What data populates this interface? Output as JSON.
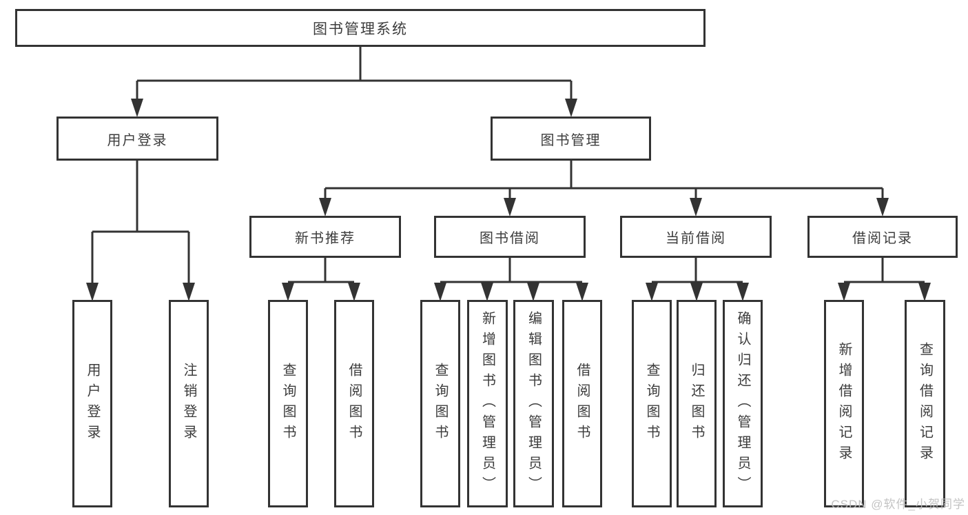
{
  "diagram": {
    "root": {
      "label": "图书管理系统",
      "children": [
        {
          "label": "用户登录",
          "children": [
            {
              "label": "用户登录"
            },
            {
              "label": "注销登录"
            }
          ]
        },
        {
          "label": "图书管理",
          "children": [
            {
              "label": "新书推荐",
              "children": [
                {
                  "label": "查询图书"
                },
                {
                  "label": "借阅图书"
                }
              ]
            },
            {
              "label": "图书借阅",
              "children": [
                {
                  "label": "查询图书"
                },
                {
                  "label": "新增图书（管理员）"
                },
                {
                  "label": "编辑图书（管理员）"
                },
                {
                  "label": "借阅图书"
                }
              ]
            },
            {
              "label": "当前借阅",
              "children": [
                {
                  "label": "查询图书"
                },
                {
                  "label": "归还图书"
                },
                {
                  "label": "确认归还（管理员）"
                }
              ]
            },
            {
              "label": "借阅记录",
              "children": [
                {
                  "label": "新增借阅记录"
                },
                {
                  "label": "查询借阅记录"
                }
              ]
            }
          ]
        }
      ]
    },
    "watermark": "CSDN @软件_小贺同学",
    "colors": {
      "line": "#333333",
      "text": "#3c3c3c",
      "watermark": "#bebebe",
      "background": "#ffffff"
    }
  }
}
